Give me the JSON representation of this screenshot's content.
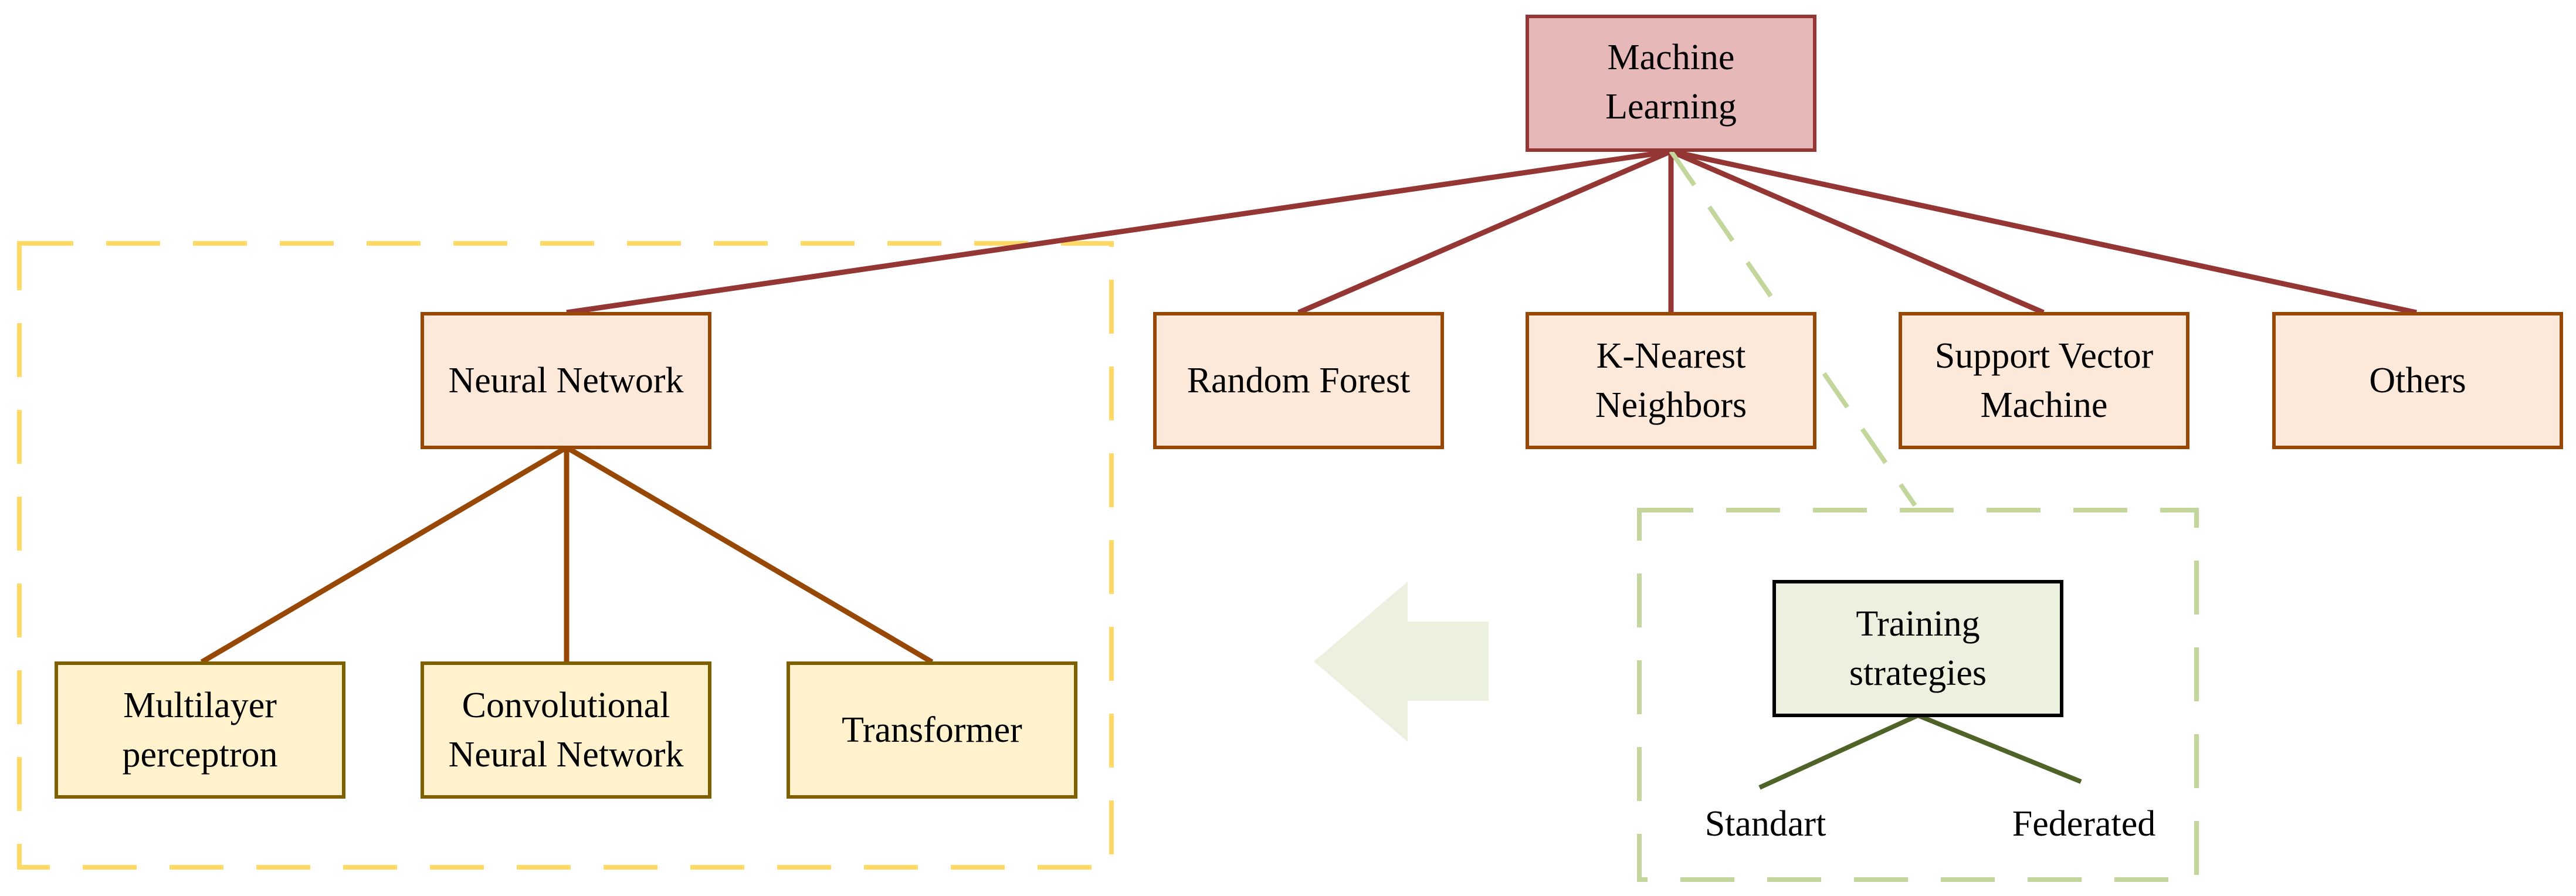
{
  "diagram": {
    "root": {
      "line1": "Machine",
      "line2": "Learning"
    },
    "categories": {
      "neural_network": "Neural Network",
      "random_forest": "Random Forest",
      "knn": {
        "line1": "K-Nearest",
        "line2": "Neighbors"
      },
      "svm": {
        "line1": "Support Vector",
        "line2": "Machine"
      },
      "others": "Others"
    },
    "nn_types": {
      "mlp": {
        "line1": "Multilayer",
        "line2": "perceptron"
      },
      "cnn": {
        "line1": "Convolutional",
        "line2": "Neural Network"
      },
      "transformer": "Transformer"
    },
    "training": {
      "title": {
        "line1": "Training",
        "line2": "strategies"
      },
      "standard": "Standart",
      "federated": "Federated"
    }
  },
  "colors": {
    "root_fill": "#e6b8b7",
    "root_border": "#943634",
    "category_fill": "#fde9d9",
    "category_border": "#984806",
    "nn_arrow": "#984806",
    "ml_arrow": "#943634",
    "nn_type_fill": "#fff2cc",
    "nn_type_border": "#7f6000",
    "training_fill": "#ebf1de",
    "training_border": "#000000",
    "training_arrow": "#4f6228",
    "yellow_dash": "#ffd966",
    "green_dash": "#c3d69b",
    "big_arrow": "#ebf1de"
  }
}
